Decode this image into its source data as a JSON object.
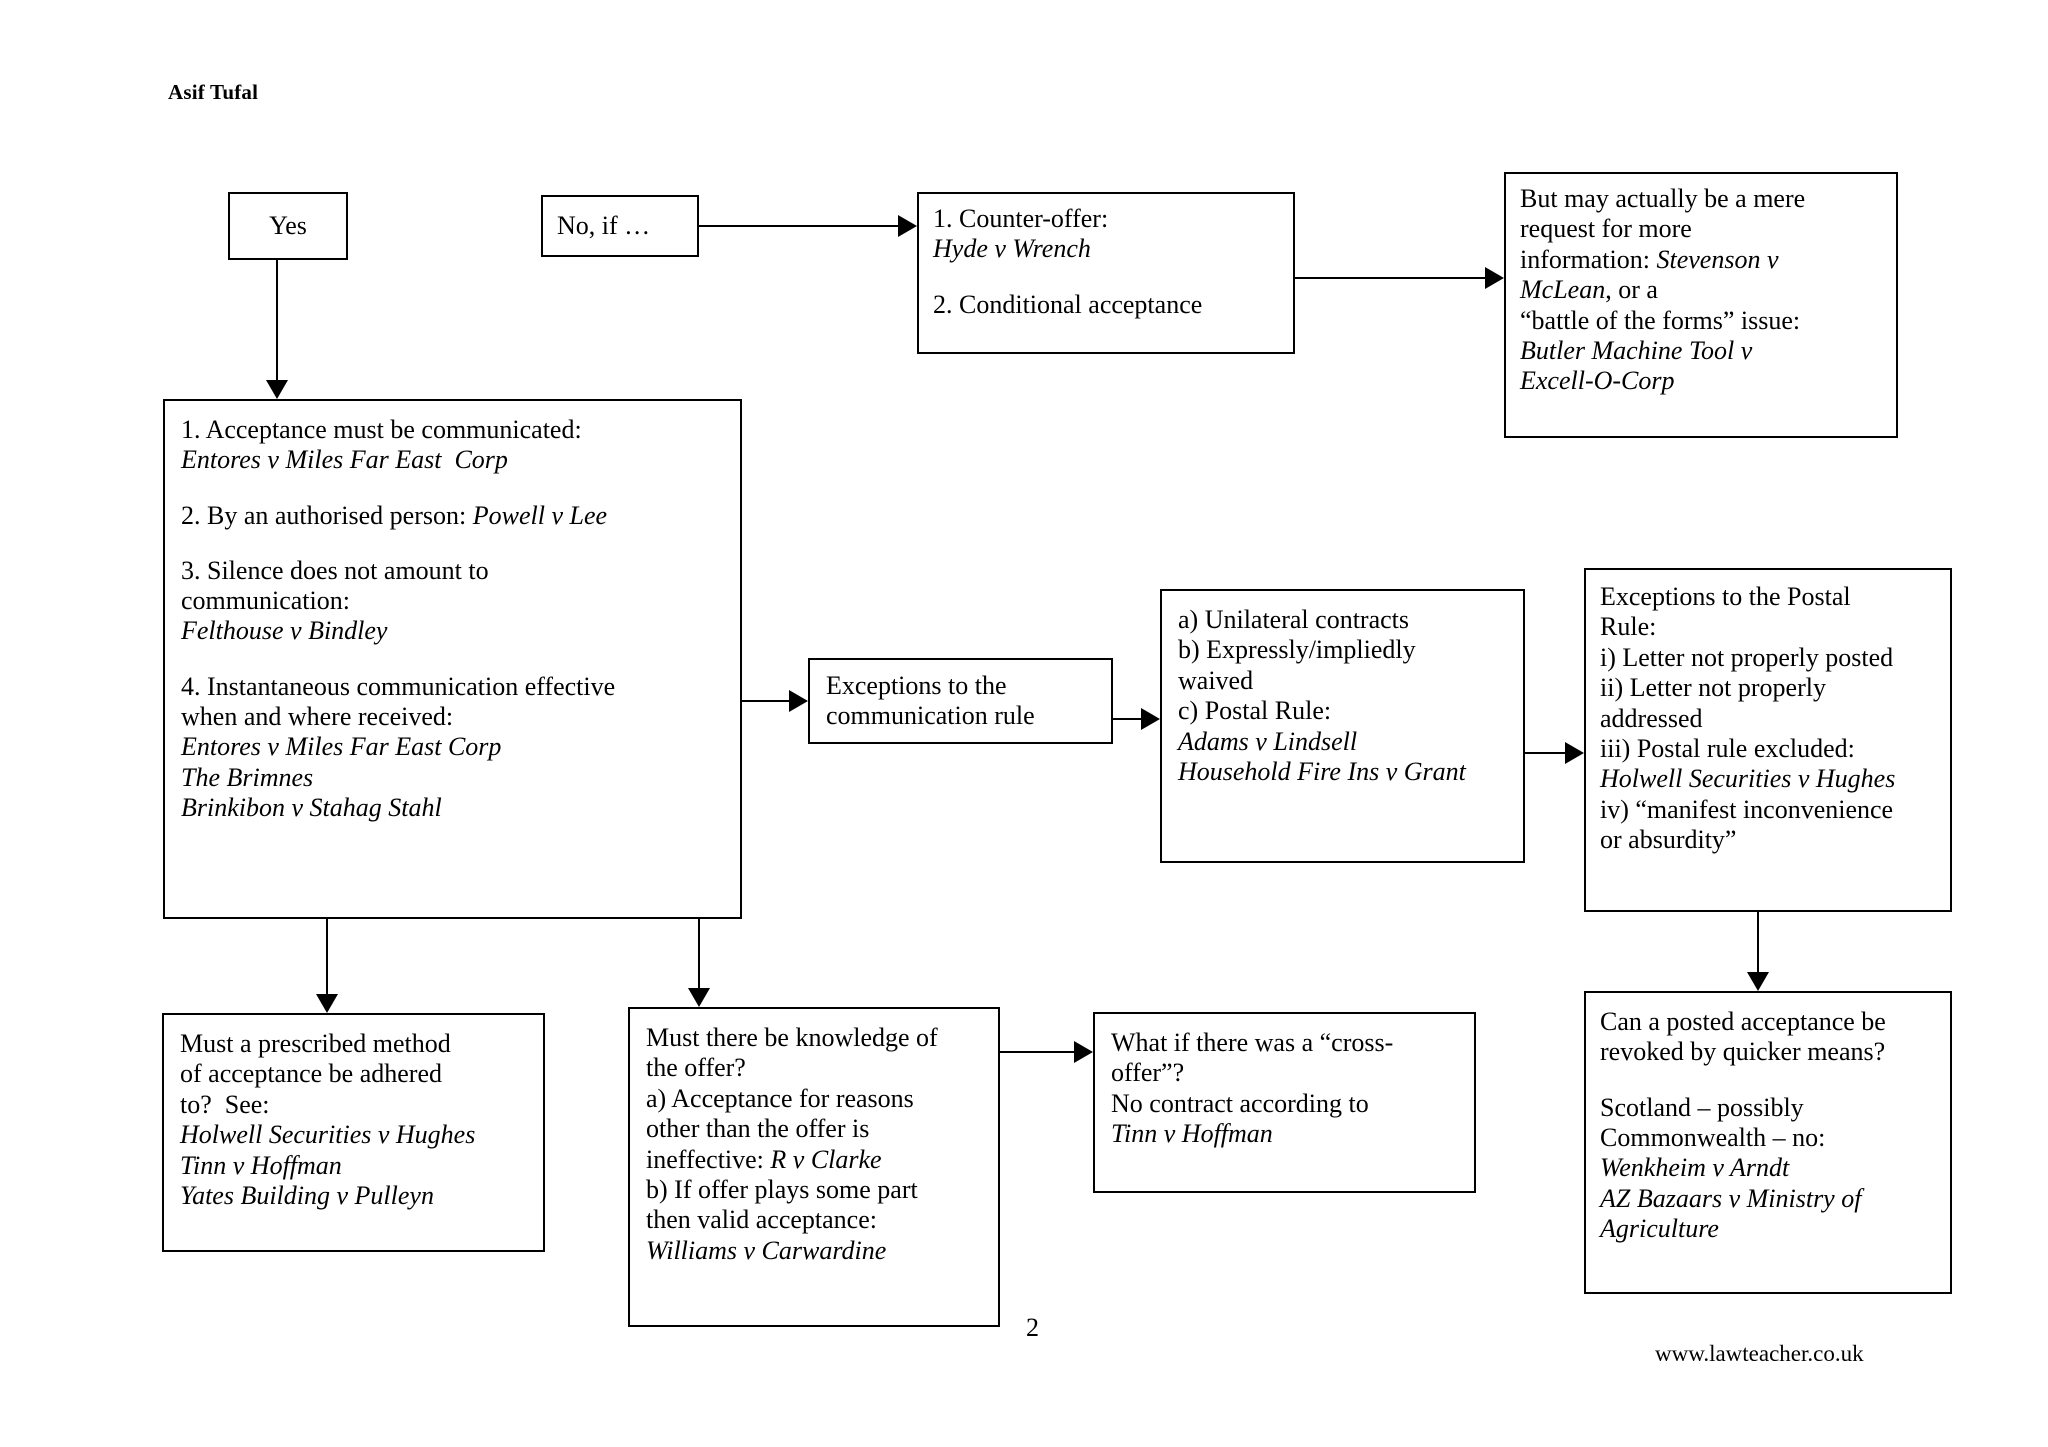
{
  "document": {
    "author": "Asif Tufal",
    "page_number": "2",
    "website": "www.lawteacher.co.uk"
  },
  "nodes": {
    "yes": {
      "label": "Yes"
    },
    "no_if": {
      "label": "No, if …"
    },
    "counter_offer": {
      "line1": "1. Counter-offer:",
      "line2": "Hyde v Wrench",
      "line3": "2. Conditional acceptance"
    },
    "mere_request": {
      "line1": "But may actually be a mere",
      "line2": "request for more",
      "line3": "information: ",
      "line3_case": "Stevenson v",
      "line4_case": "McLean",
      "line4": ", or a",
      "line5": "“battle of the forms” issue:",
      "line6": "Butler Machine Tool v",
      "line7": "Excell-O-Corp"
    },
    "acceptance_rules": {
      "r1_head": "1. Acceptance must be communicated:",
      "r1_case": "Entores v Miles Far East  Corp",
      "r2_head": "2. By an authorised person: ",
      "r2_case": "Powell v Lee",
      "r3_head1": "3. Silence does not amount to",
      "r3_head2": "communication:",
      "r3_case": "Felthouse v Bindley",
      "r4_head1": "4. Instantaneous communication effective",
      "r4_head2": "when and where received:",
      "r4_case1": "Entores v Miles Far East Corp",
      "r4_case2": "The Brimnes",
      "r4_case3": "Brinkibon v Stahag Stahl"
    },
    "exceptions_comm_rule": {
      "line1": "Exceptions to the",
      "line2": "communication rule"
    },
    "exceptions_list": {
      "a": "a) Unilateral contracts",
      "b1": "b) Expressly/impliedly",
      "b2": "waived",
      "c": "c) Postal Rule:",
      "c_case1": "Adams v Lindsell",
      "c_case2": "Household Fire Ins v Grant"
    },
    "postal_exceptions": {
      "head1": "Exceptions to the Postal",
      "head2": "Rule:",
      "i": "i) Letter not properly posted",
      "ii1": "ii) Letter not properly",
      "ii2": "addressed",
      "iii": "iii) Postal rule excluded:",
      "iii_case": "Holwell Securities v Hughes",
      "iv1": "iv) “manifest inconvenience",
      "iv2": "or absurdity”"
    },
    "prescribed_method": {
      "line1": "Must a prescribed method",
      "line2": "of acceptance be adhered",
      "line3": "to?  See:",
      "case1": "Holwell Securities v Hughes",
      "case2": "Tinn v Hoffman",
      "case3": "Yates Building v Pulleyn"
    },
    "knowledge_of_offer": {
      "q1": "Must there be knowledge of",
      "q2": "the offer?",
      "a1": "a) Acceptance for reasons",
      "a2": "other than the offer is",
      "a3": "ineffective: ",
      "a3_case": "R v Clarke",
      "b1": "b) If offer plays some part",
      "b2": "then valid acceptance:",
      "b_case": "Williams v Carwardine"
    },
    "cross_offer": {
      "q1": "What if there was a “cross-",
      "q2": "offer”?",
      "a1": "No contract according to",
      "a_case": "Tinn v Hoffman"
    },
    "revocation": {
      "q1": "Can a posted acceptance be",
      "q2": "revoked by quicker means?",
      "line1": "Scotland – possibly",
      "line2": "Commonwealth – no:",
      "case1": "Wenkheim v Arndt",
      "case2": "AZ Bazaars v Ministry of",
      "case3": "Agriculture"
    }
  },
  "colors": {
    "ink": "#000000",
    "paper": "#ffffff"
  }
}
